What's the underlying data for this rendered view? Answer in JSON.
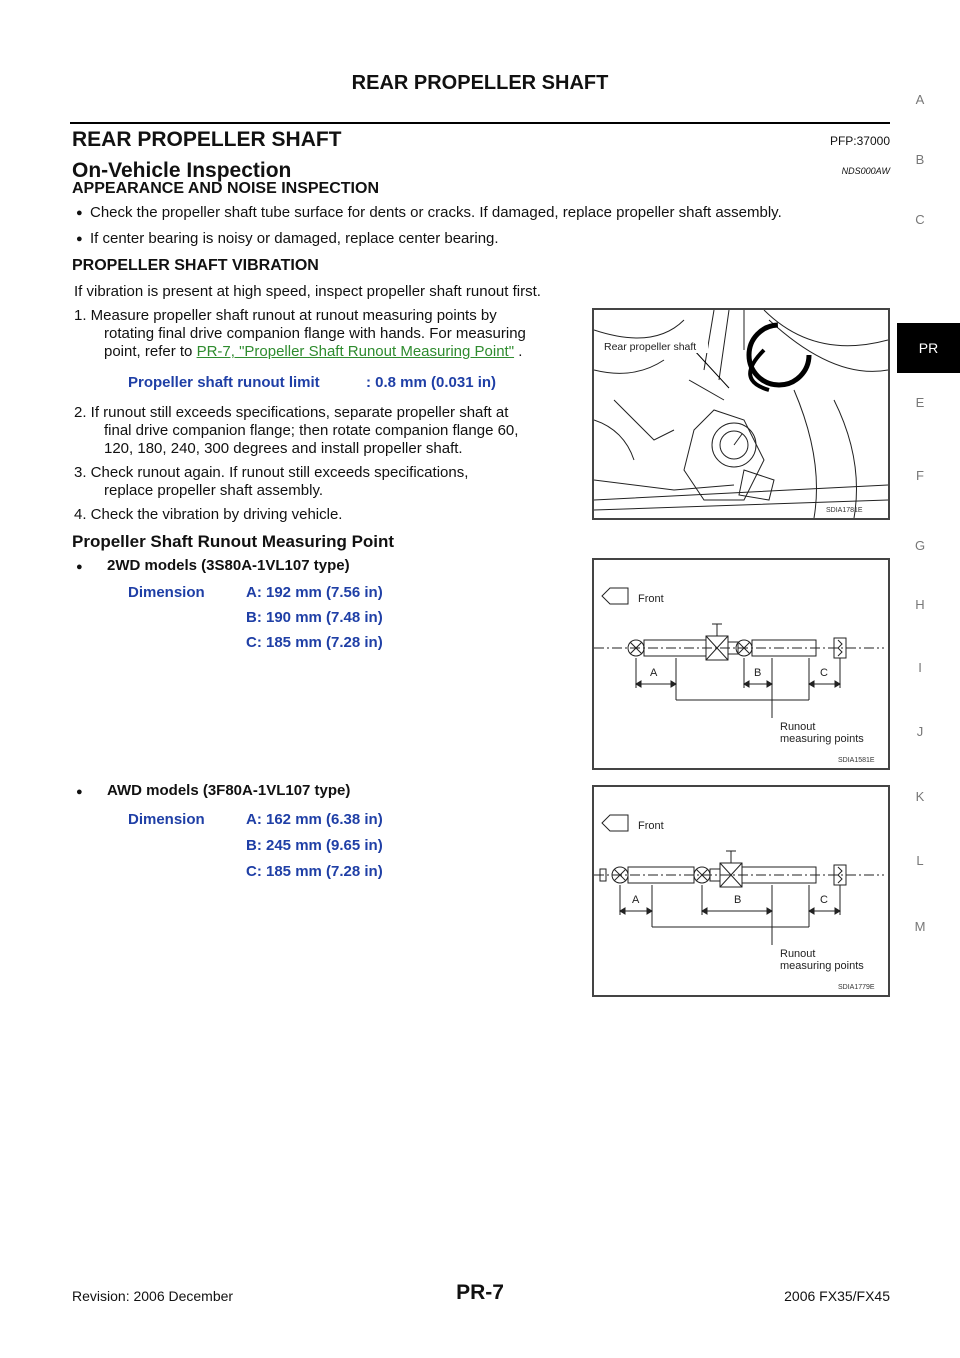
{
  "header": {
    "title": "REAR PROPELLER SHAFT"
  },
  "section": {
    "title": "REAR PROPELLER SHAFT",
    "pfp": "PFP:37000"
  },
  "subsection": {
    "title": "On-Vehicle Inspection",
    "code": "NDS000AW"
  },
  "appearance": {
    "heading": "APPEARANCE AND NOISE INSPECTION",
    "bullets": [
      "Check the propeller shaft tube surface for dents or cracks. If damaged, replace propeller shaft assembly.",
      "If center bearing is noisy or damaged, replace center bearing."
    ]
  },
  "vibration": {
    "heading": "PROPELLER SHAFT VIBRATION",
    "intro": "If vibration is present at high speed, inspect propeller shaft runout first.",
    "step1_line1": "1.  Measure propeller shaft runout at runout measuring points by",
    "step1_line2": "rotating final drive companion flange with hands. For measuring",
    "step1_line3_prefix": "point, refer to",
    "step1_link": "PR-7, \"Propeller Shaft Runout Measuring Point\"",
    "step1_line3_suffix": " .",
    "spec_label": "Propeller shaft runout limit",
    "spec_value": ": 0.8 mm (0.031 in)",
    "step2_line1": "2.  If runout still exceeds specifications, separate propeller shaft at",
    "step2_line2": "final drive companion flange; then rotate companion flange 60,",
    "step2_line3": "120, 180, 240, 300 degrees and install propeller shaft.",
    "step3_line1": "3.  Check runout again. If runout still exceeds specifications,",
    "step3_line2": "replace propeller shaft assembly.",
    "step4": "4.  Check the vibration by driving vehicle."
  },
  "figure1": {
    "label": "Rear propeller shaft",
    "caption": "SDIA1781E"
  },
  "measuring": {
    "heading": "Propeller Shaft Runout Measuring Point",
    "model1": "2WD models (3S80A-1VL107 type)",
    "model1_dim_label": "Dimension",
    "model1_dims": [
      "A: 192 mm (7.56 in)",
      "B: 190 mm (7.48 in)",
      "C: 185 mm (7.28 in)"
    ],
    "model2": "AWD models (3F80A-1VL107 type)",
    "model2_dim_label": "Dimension",
    "model2_dims": [
      "A: 162 mm (6.38 in)",
      "B: 245 mm (9.65 in)",
      "C: 185 mm (7.28 in)"
    ]
  },
  "figure2": {
    "front": "Front",
    "a": "A",
    "b": "B",
    "c": "C",
    "runout1": "Runout",
    "runout2": "measuring points",
    "caption": "SDIA1581E"
  },
  "figure3": {
    "front": "Front",
    "a": "A",
    "b": "B",
    "c": "C",
    "runout1": "Runout",
    "runout2": "measuring points",
    "caption": "SDIA1779E"
  },
  "side_tabs": [
    "A",
    "B",
    "C",
    "PR",
    "E",
    "F",
    "G",
    "H",
    "I",
    "J",
    "K",
    "L",
    "M"
  ],
  "active_tab": "PR",
  "footer": {
    "revision": "Revision: 2006 December",
    "page": "PR-7",
    "model": "2006 FX35/FX45"
  },
  "colors": {
    "spec_blue": "#1f3fa6",
    "link_green": "#2e8b2e",
    "active_tab_bg": "#000000"
  }
}
